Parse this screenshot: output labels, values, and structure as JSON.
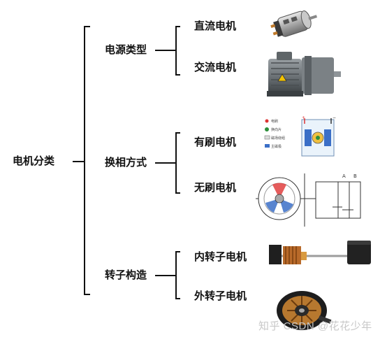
{
  "root": {
    "label": "电机分类"
  },
  "groups": [
    {
      "label": "电源类型",
      "items": [
        "直流电机",
        "交流电机"
      ]
    },
    {
      "label": "换相方式",
      "items": [
        "有刷电机",
        "无刷电机"
      ]
    },
    {
      "label": "转子构造",
      "items": [
        "内转子电机",
        "外转子电机"
      ]
    }
  ],
  "diagram_labels": {
    "brushed_legend": [
      "电刷",
      "换向片",
      "磁场绕组",
      "主磁极"
    ],
    "terminal_a": "A",
    "terminal_b": "B"
  },
  "watermark": {
    "text": "知乎 CSDN @花花少年"
  },
  "colors": {
    "line": "#111111",
    "text": "#111111"
  }
}
